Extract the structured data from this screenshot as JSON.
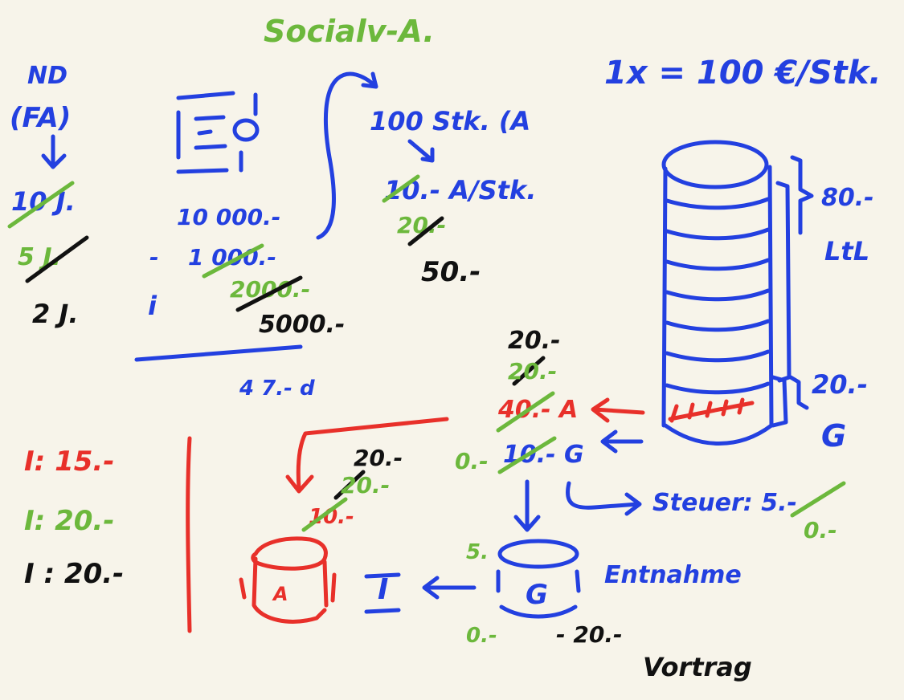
{
  "header": {
    "title": "Socialv-A.",
    "rate": "1x = 100 €/Stk."
  },
  "left_column": {
    "nd_label": "ND",
    "fa_label": "(FA)",
    "nd_10": "10 J.",
    "nd_5": "5 J.",
    "nd_2": "2 J."
  },
  "balance": {
    "v1": "10 000.-",
    "minus": "-",
    "v2": "1 000.-",
    "v3": "2000.-",
    "v4": "5000.-",
    "i_label": "i",
    "result": "4 7.- d"
  },
  "shares": {
    "count": "100 Stk. (A",
    "per_share": "10.- A/Stk.",
    "green_20": "20.-",
    "black_50": "50.-"
  },
  "tower": {
    "label_80": "80.-",
    "label_ltl": "LtL",
    "label_20": "20.-",
    "label_g": "G"
  },
  "mid_flow": {
    "black_20": "20.-",
    "green_20": "20.-",
    "red_a": "40.- A",
    "blue_g": "10.- G",
    "green_0": "0.-",
    "steuer": "Steuer: 5.-",
    "green_0b": "0.-"
  },
  "bottom_flow": {
    "black_20": "20.-",
    "green_20": "20.-",
    "red_10": "10.-",
    "green_5": "5.",
    "entnahme": "Entnahme",
    "green_0": "0.-",
    "black_minus20": "- 20.-",
    "vortrag": "Vortrag",
    "box_a": "A",
    "box_i": "I",
    "box_g": "G"
  },
  "i_values": {
    "red": "I: 15.-",
    "green": "I: 20.-",
    "black": "I : 20.-"
  },
  "colors": {
    "background": "#f7f4ea",
    "blue": "#2340e0",
    "green": "#6cb83c",
    "red": "#e8302a",
    "black": "#111111"
  }
}
